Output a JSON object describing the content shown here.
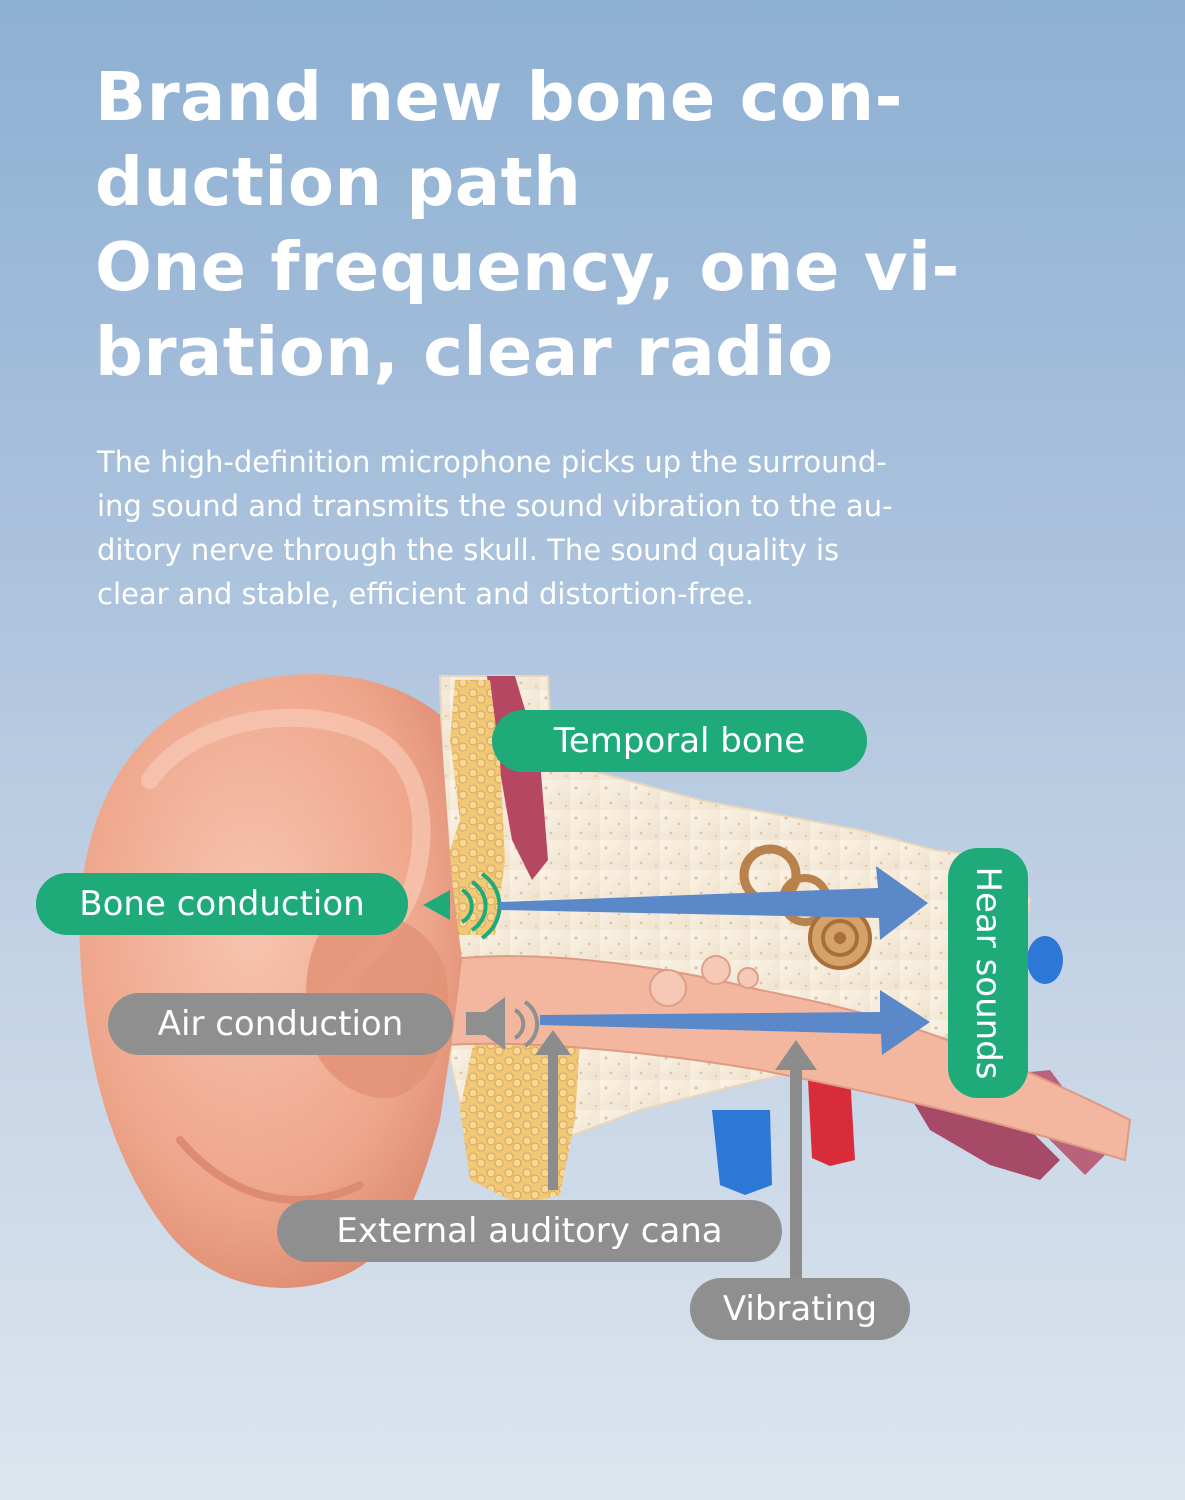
{
  "headline": {
    "lines": [
      "Brand new bone con-",
      "duction path",
      "One frequency, one vi-",
      "bration, clear radio"
    ]
  },
  "description": {
    "lines": [
      "The high-definition microphone picks up the surround-",
      "ing sound and transmits the sound vibration to the au-",
      "ditory nerve through the skull. The sound quality is",
      "clear and stable, efficient and distortion-free."
    ]
  },
  "labels": {
    "temporal_bone": "Temporal bone",
    "bone_conduction": "Bone conduction",
    "air_conduction": "Air conduction",
    "external_auditory": "External auditory cana",
    "vibrating": "Vibrating",
    "hear_sounds": "Hear sounds"
  },
  "colors": {
    "accent_green": "#1faa79",
    "label_gray": "#8f8f8f",
    "arrow_blue": "#5b88c9",
    "arrow_gray": "#8c8c8c",
    "skin": "#f0a98f"
  },
  "icons": {
    "bone_sound": "sound-wave-icon",
    "air_sound": "speaker-icon"
  }
}
